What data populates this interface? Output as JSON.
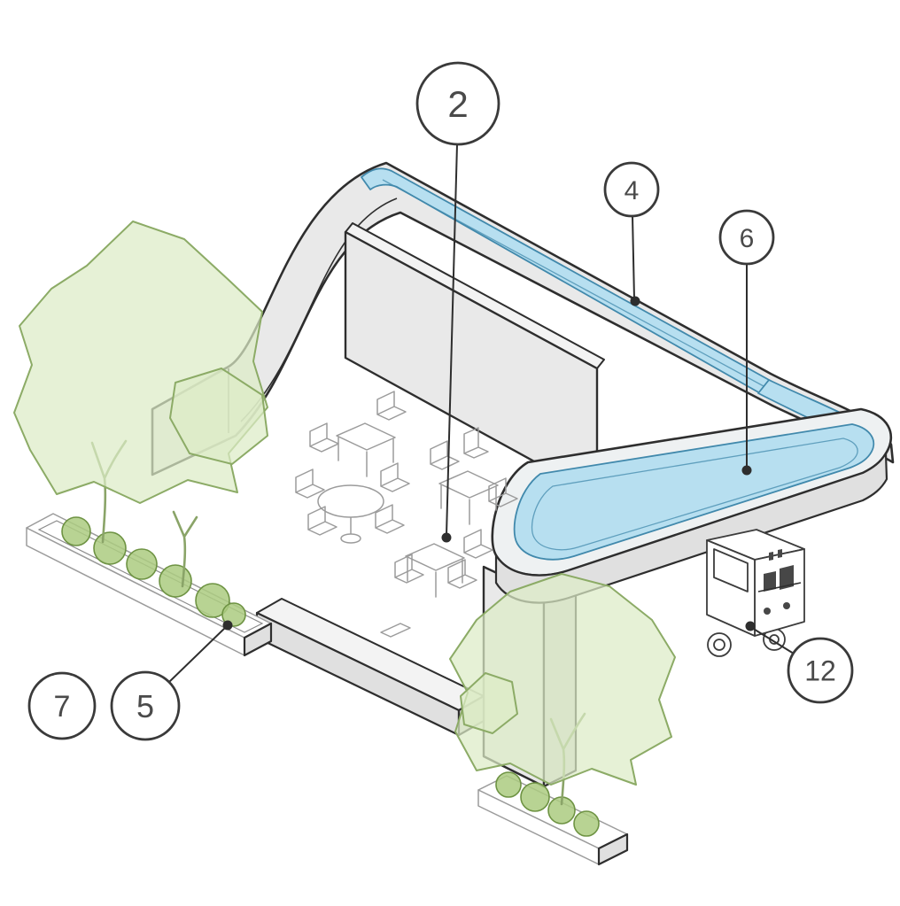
{
  "diagram": {
    "callouts": [
      {
        "label": "2"
      },
      {
        "label": "4"
      },
      {
        "label": "6"
      },
      {
        "label": "5"
      },
      {
        "label": "7"
      },
      {
        "label": "12"
      }
    ]
  },
  "colors": {
    "background": "#ffffff",
    "outline": "#2e2e2e",
    "structure_fill": "#e9e9e9",
    "structure_fill_light": "#f3f3f3",
    "structure_fill_med": "#e0e0e0",
    "structure_fill_dark": "#d4d4d4",
    "rim_fill": "#eef1f2",
    "water": "#b7dff0",
    "water_edge": "#4189ac",
    "tree_fill": "#dcebc6",
    "tree_stroke": "#8cab66",
    "trunk_stroke": "#8aa468",
    "shrub_fill": "#abcb80",
    "shrub_stroke": "#6e9343",
    "furniture_stroke": "#9b9b9b",
    "truck_stroke": "#3c3c3c",
    "truck_dark": "#474747",
    "callout_stroke": "#3a3a3a",
    "callout_text": "#4a4a4a"
  }
}
